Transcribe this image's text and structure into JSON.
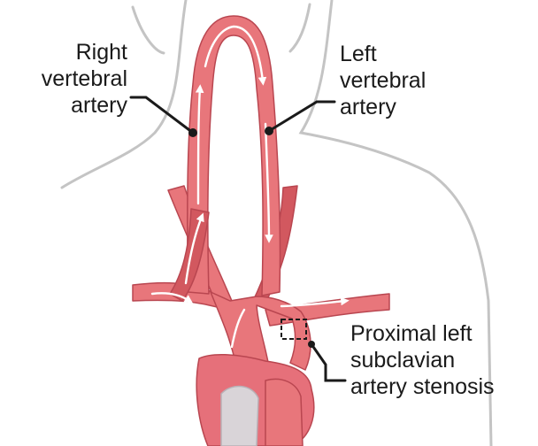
{
  "labels": {
    "right_vertebral": [
      "Right",
      "vertebral",
      "artery"
    ],
    "left_vertebral": [
      "Left",
      "vertebral",
      "artery"
    ],
    "stenosis": [
      "Proximal left",
      "subclavian",
      "artery stenosis"
    ]
  },
  "colors": {
    "artery_fill": "#e8767b",
    "artery_dark": "#d2585f",
    "artery_outline": "#b94650",
    "body_outline": "#c4c4c4",
    "flow_arrow": "#ffffff",
    "leader_line": "#1a1a1a",
    "heart": "#e6707a",
    "heart_shadow": "#d9d4d8"
  },
  "icons": {
    "flow": "flow-arrow-icon",
    "stenosis_box": "dashed-box-icon"
  }
}
